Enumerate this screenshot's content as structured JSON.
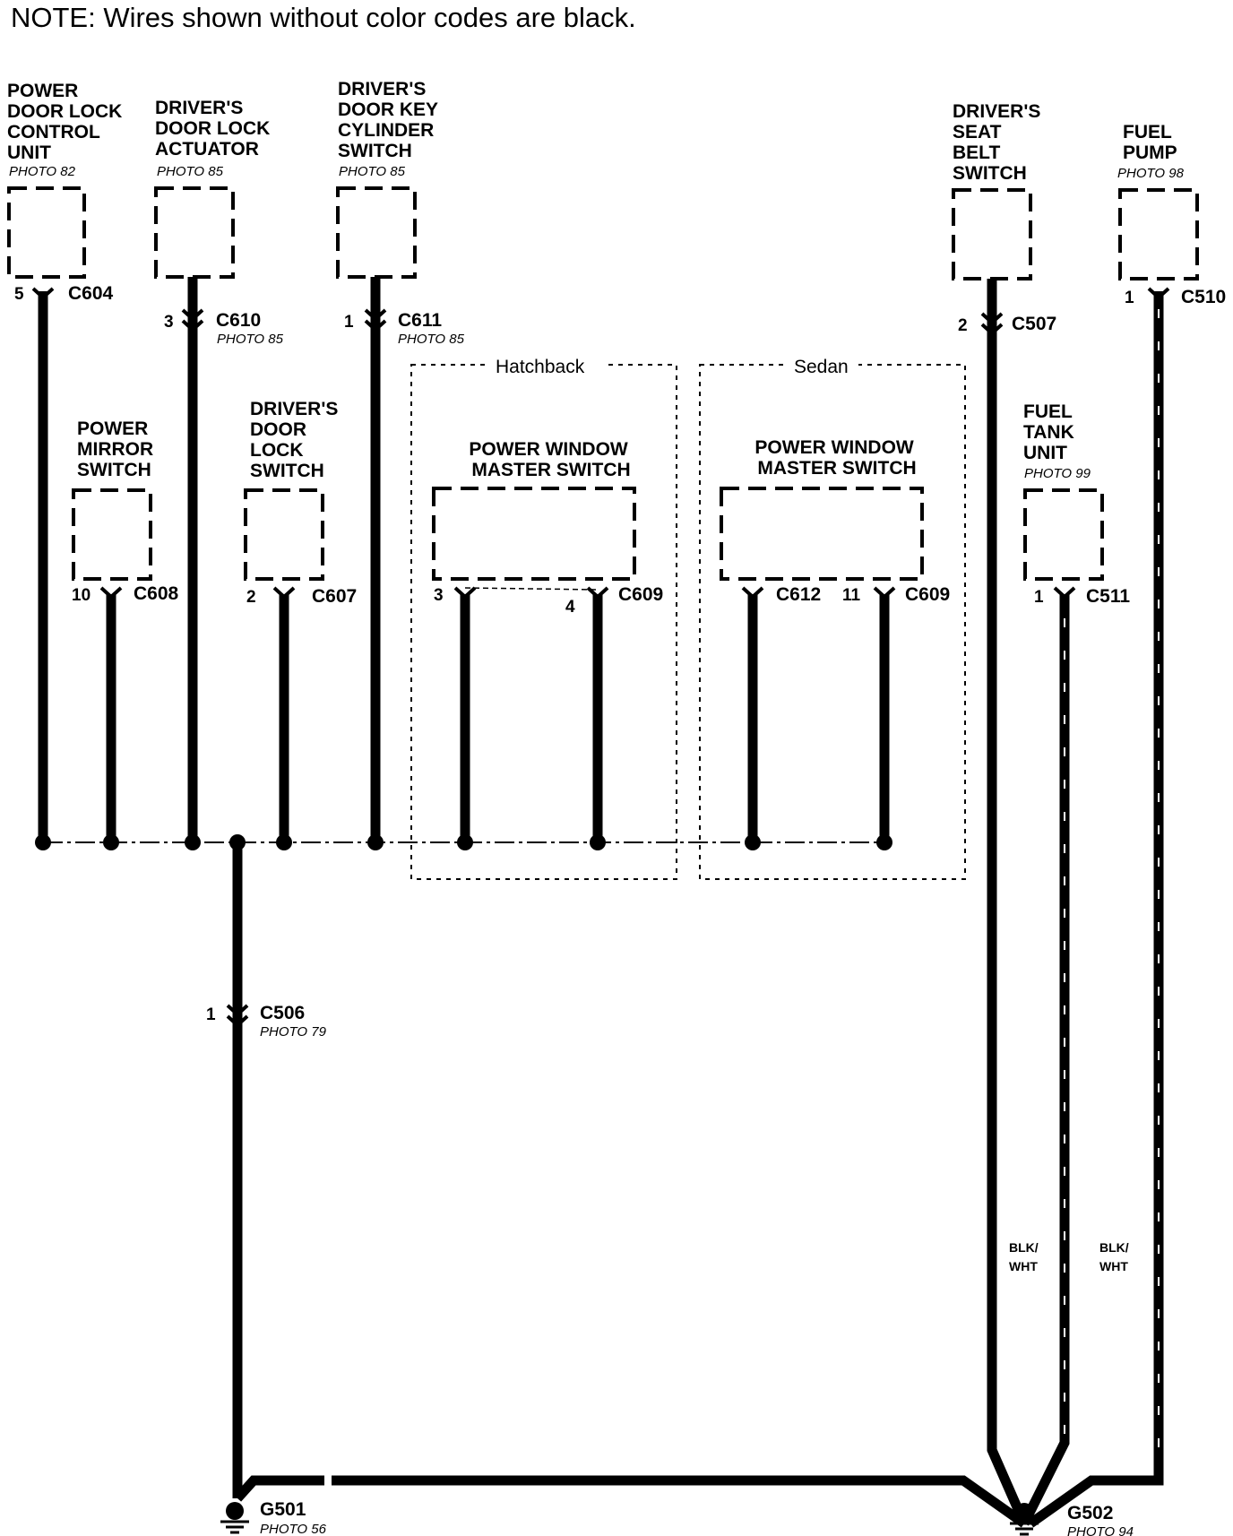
{
  "note": "NOTE: Wires shown without color codes are black.",
  "components": {
    "pdl_control_unit": {
      "lines": [
        "POWER",
        "DOOR LOCK",
        "CONTROL",
        "UNIT"
      ],
      "photo": "PHOTO 82",
      "pin": "5",
      "connector": "C604"
    },
    "drivers_door_lock_actuator": {
      "lines": [
        "DRIVER'S",
        "DOOR LOCK",
        "ACTUATOR"
      ],
      "photo": "PHOTO 85",
      "pin": "3",
      "connector": "C610",
      "connector_photo": "PHOTO 85"
    },
    "drivers_door_key_cylinder_switch": {
      "lines": [
        "DRIVER'S",
        "DOOR KEY",
        "CYLINDER",
        "SWITCH"
      ],
      "photo": "PHOTO 85",
      "pin": "1",
      "connector": "C611",
      "connector_photo": "PHOTO 85"
    },
    "drivers_seat_belt_switch": {
      "lines": [
        "DRIVER'S",
        "SEAT",
        "BELT",
        "SWITCH"
      ],
      "pin": "2",
      "connector": "C507"
    },
    "fuel_pump": {
      "lines": [
        "FUEL",
        "PUMP"
      ],
      "photo": "PHOTO 98",
      "pin": "1",
      "connector": "C510"
    },
    "power_mirror_switch": {
      "lines": [
        "POWER",
        "MIRROR",
        "SWITCH"
      ],
      "pin": "10",
      "connector": "C608"
    },
    "drivers_door_lock_switch": {
      "lines": [
        "DRIVER'S",
        "DOOR",
        "LOCK",
        "SWITCH"
      ],
      "pin": "2",
      "connector": "C607"
    },
    "pw_master_hatchback": {
      "lines": [
        "POWER WINDOW",
        "MASTER SWITCH"
      ],
      "pin_a": "3",
      "pin_b": "4",
      "connector": "C609"
    },
    "pw_master_sedan": {
      "lines": [
        "POWER WINDOW",
        "MASTER SWITCH"
      ],
      "connector_a": "C612",
      "pin_b": "11",
      "connector_b": "C609"
    },
    "fuel_tank_unit": {
      "lines": [
        "FUEL",
        "TANK",
        "UNIT"
      ],
      "photo": "PHOTO 99",
      "pin": "1",
      "connector": "C511"
    }
  },
  "regions": {
    "hatchback": "Hatchback",
    "sedan": "Sedan"
  },
  "c506": {
    "pin": "1",
    "connector": "C506",
    "photo": "PHOTO 79"
  },
  "grounds": {
    "g501": {
      "name": "G501",
      "photo": "PHOTO 56"
    },
    "g502": {
      "name": "G502",
      "photo": "PHOTO 94"
    }
  },
  "wire_colors": {
    "fuel_tank": [
      "BLK/",
      "WHT"
    ],
    "fuel_pump": [
      "BLK/",
      "WHT"
    ]
  },
  "colors": {
    "ink": "#000000",
    "paper": "#ffffff"
  }
}
